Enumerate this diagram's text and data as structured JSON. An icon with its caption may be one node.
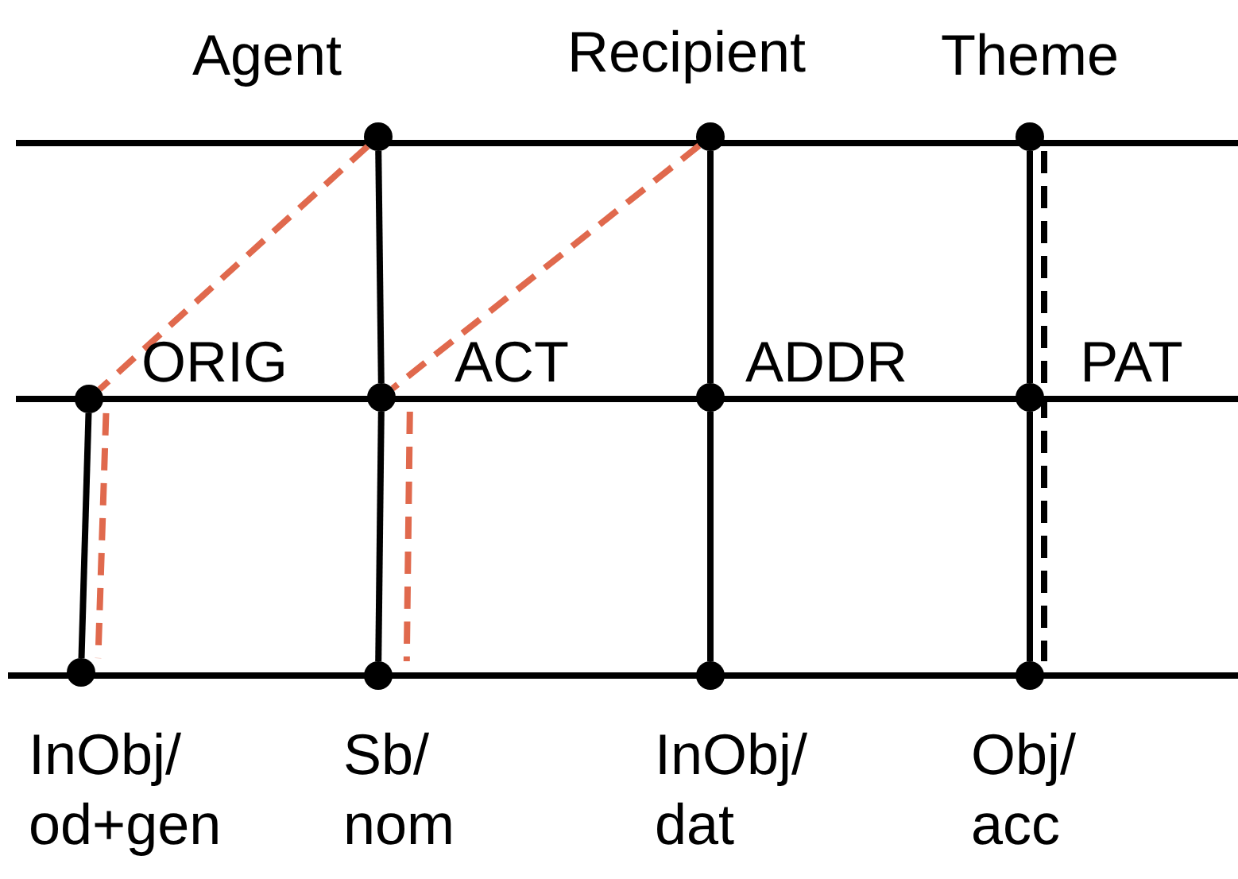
{
  "diagram": {
    "nodes": [
      {
        "text": [],
        "shape": "circle",
        "beside": [
          "Agent"
        ]
      },
      {
        "text": [],
        "shape": "circle",
        "beside": [
          "Recipient"
        ]
      },
      {
        "text": [],
        "shape": "circle",
        "beside": [
          "Theme"
        ]
      },
      {
        "text": [],
        "shape": "circle",
        "beside": [
          "ORIG"
        ]
      },
      {
        "text": [],
        "shape": "circle",
        "beside": [
          "ACT"
        ]
      },
      {
        "text": [],
        "shape": "circle",
        "beside": [
          "ADDR"
        ]
      },
      {
        "text": [],
        "shape": "circle",
        "beside": [
          "PAT"
        ]
      },
      {
        "text": [],
        "shape": "circle",
        "beside": [
          "InObj/ od+gen"
        ]
      },
      {
        "text": [],
        "shape": "circle",
        "beside": [
          "Sb/ nom"
        ]
      },
      {
        "text": [],
        "shape": "circle",
        "beside": [
          "InObj/ dat"
        ]
      },
      {
        "text": [],
        "shape": "circle",
        "beside": [
          "Obj/ acc"
        ]
      }
    ],
    "edges": [
      {
        "from": 0,
        "to": 4,
        "arrow": "none"
      },
      {
        "from": 4,
        "to": 8,
        "arrow": "none"
      },
      {
        "from": 1,
        "to": 5,
        "arrow": "none"
      },
      {
        "from": 5,
        "to": 9,
        "arrow": "none"
      },
      {
        "from": 2,
        "to": 6,
        "arrow": "none"
      },
      {
        "from": 6,
        "to": 10,
        "arrow": "none"
      },
      {
        "from": 3,
        "to": 7,
        "arrow": "none"
      },
      {
        "from": 2,
        "to": 10,
        "arrow": "none",
        "style": "dashed"
      },
      {
        "from": 0,
        "to": 3,
        "arrow": "none",
        "style": "dashed",
        "color": "#e0694d"
      },
      {
        "from": 3,
        "to": 7,
        "arrow": "none",
        "style": "dashed",
        "color": "#e0694d"
      },
      {
        "from": 1,
        "to": 4,
        "arrow": "none",
        "style": "dashed",
        "color": "#e0694d"
      },
      {
        "from": 4,
        "to": 8,
        "arrow": "none",
        "style": "dashed",
        "color": "#e0694d"
      }
    ]
  }
}
